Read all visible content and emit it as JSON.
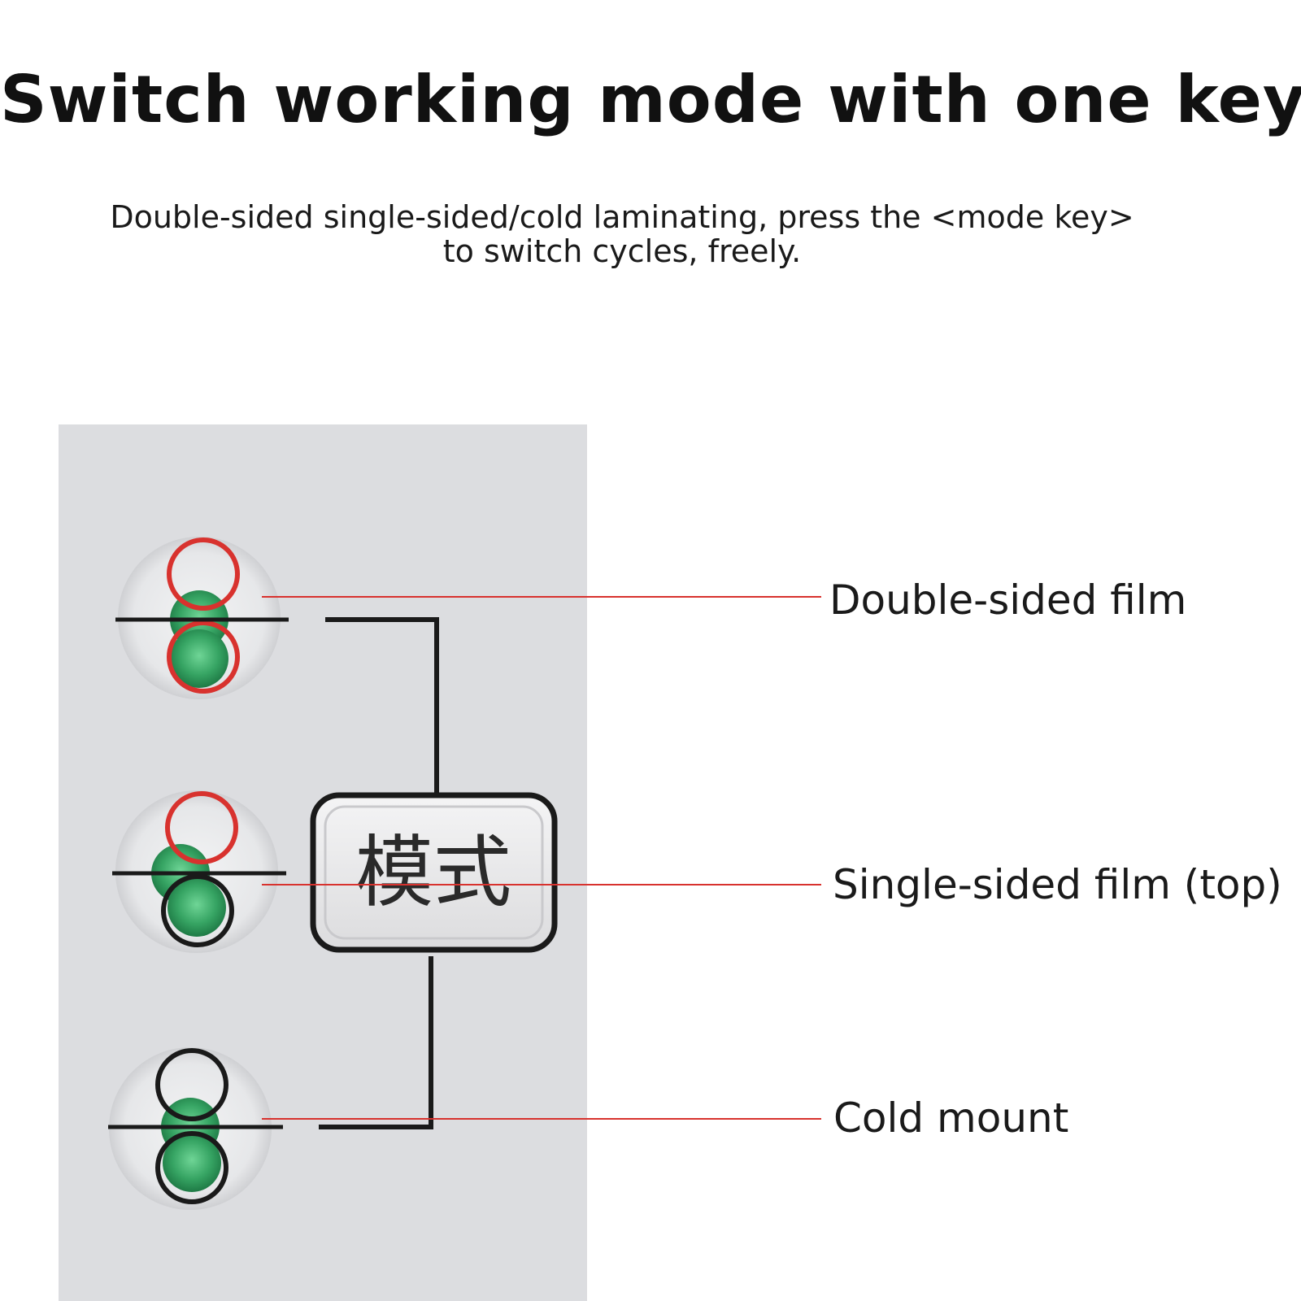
{
  "header": {
    "title": "Switch working mode with one key",
    "subtitle_line1": "Double-sided single-sided/cold laminating, press the <mode key>",
    "subtitle_line2": "to switch cycles, freely."
  },
  "panel": {
    "mode_key_text": "模式",
    "colors": {
      "panel_bg": "#dcdde0",
      "led_green": "#3fae6a",
      "ring_red": "#d8322e",
      "ring_black": "#1a1a1a",
      "callout_line": "#d8322e"
    }
  },
  "callouts": [
    {
      "label": "Double-sided film"
    },
    {
      "label": "Single-sided film (top)"
    },
    {
      "label": "Cold mount"
    }
  ]
}
